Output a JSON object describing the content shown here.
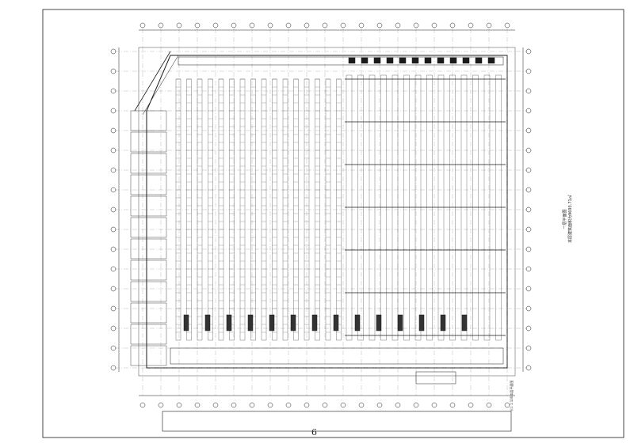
{
  "drawing": {
    "title_line1": "一层平面图",
    "title_line2": "本层建筑面积为9693.71㎡",
    "bottom_note": "Ⓐ1 1:100本层平面图",
    "sheet_number": "6"
  },
  "colors": {
    "line": "#1a1a1a",
    "light_line": "#555555",
    "background": "#ffffff"
  }
}
